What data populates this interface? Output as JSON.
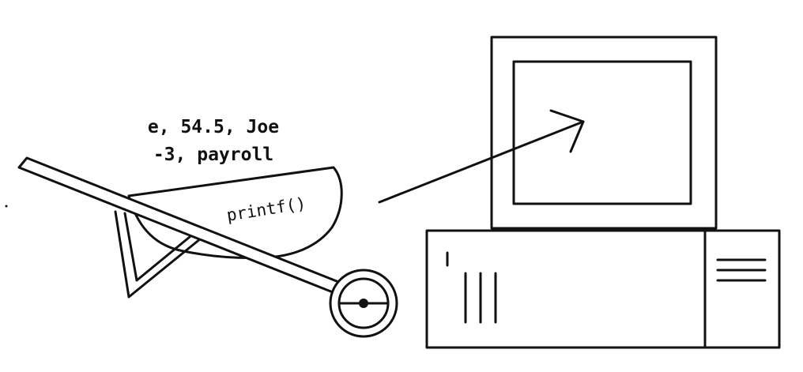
{
  "cargo": {
    "line1": "e, 54.5, Joe",
    "line2": "-3, payroll"
  },
  "wheelbarrow": {
    "function_label": "printf()"
  },
  "colors": {
    "ink": "#111111",
    "paper": "#ffffff"
  },
  "icons": [
    "wheelbarrow-icon",
    "computer-icon",
    "arrow-icon"
  ]
}
